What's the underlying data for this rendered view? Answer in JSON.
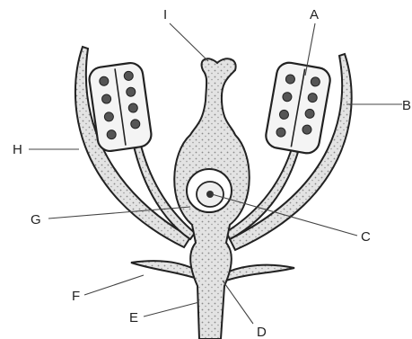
{
  "diagram": {
    "labels": {
      "I": "I",
      "A": "A",
      "B": "B",
      "H": "H",
      "G": "G",
      "C": "C",
      "F": "F",
      "E": "E",
      "D": "D"
    }
  }
}
